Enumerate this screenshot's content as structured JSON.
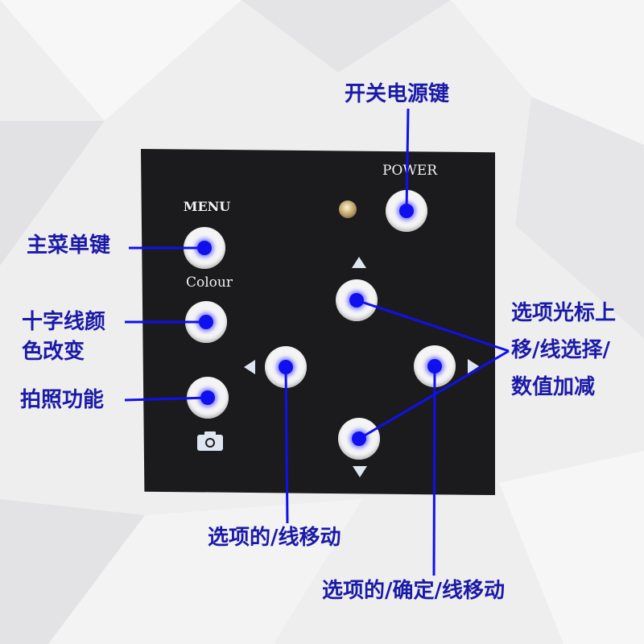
{
  "panel_labels": {
    "power": "POWER",
    "menu": "MENU",
    "colour": "Colour"
  },
  "annotations": {
    "power_key": "开关电源键",
    "menu_key": "主菜单键",
    "crosshair_color": [
      "十字线颜",
      "色改变"
    ],
    "capture": "拍照功能",
    "up_down": [
      "选项光标上",
      "移/线选择/",
      "数值加减"
    ],
    "left": "选项的/线移动",
    "right": "选项的/确定/线移动"
  },
  "icons": [
    "camera-icon",
    "arrow-up-icon",
    "arrow-down-icon",
    "arrow-left-icon",
    "arrow-right-icon"
  ],
  "colors": {
    "annotation": "#1a1aa8",
    "line": "#1010ee",
    "panel": "#1b1b1d"
  }
}
